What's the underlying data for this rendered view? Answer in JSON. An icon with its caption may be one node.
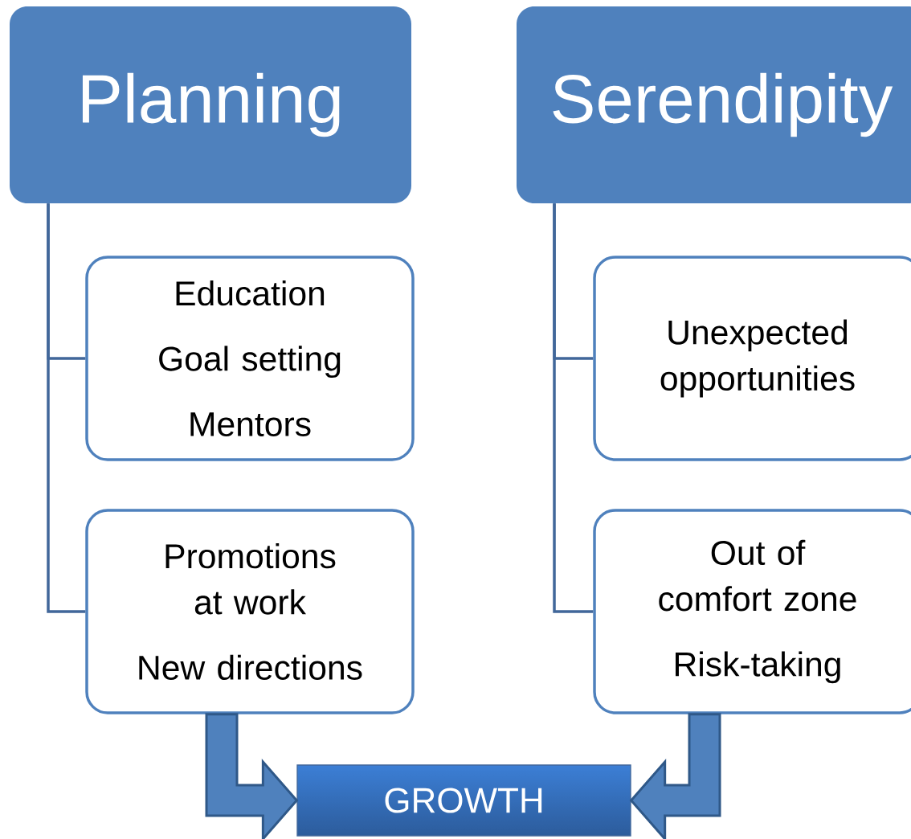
{
  "diagram": {
    "nodes": [
      {
        "text": [
          "Planning"
        ]
      },
      {
        "text": [
          "Education",
          "Goal setting",
          "Mentors"
        ]
      },
      {
        "text": [
          "Promotions at work",
          "New directions"
        ]
      },
      {
        "text": [
          "Serendipity"
        ]
      },
      {
        "text": [
          "Unexpected opportunities"
        ]
      },
      {
        "text": [
          "Out of comfort zone",
          "Risk-taking"
        ]
      },
      {
        "text": [
          "GROWTH"
        ]
      }
    ],
    "edges": [
      {
        "from": 0,
        "to": 1,
        "arrow": "none"
      },
      {
        "from": 0,
        "to": 2,
        "arrow": "none"
      },
      {
        "from": 3,
        "to": 4,
        "arrow": "none"
      },
      {
        "from": 3,
        "to": 5,
        "arrow": "none"
      },
      {
        "from": 2,
        "to": 6,
        "arrow": "to",
        "style": "thick",
        "color": "#4f81bd"
      },
      {
        "from": 5,
        "to": 6,
        "arrow": "to",
        "style": "thick",
        "color": "#4f81bd"
      }
    ]
  }
}
